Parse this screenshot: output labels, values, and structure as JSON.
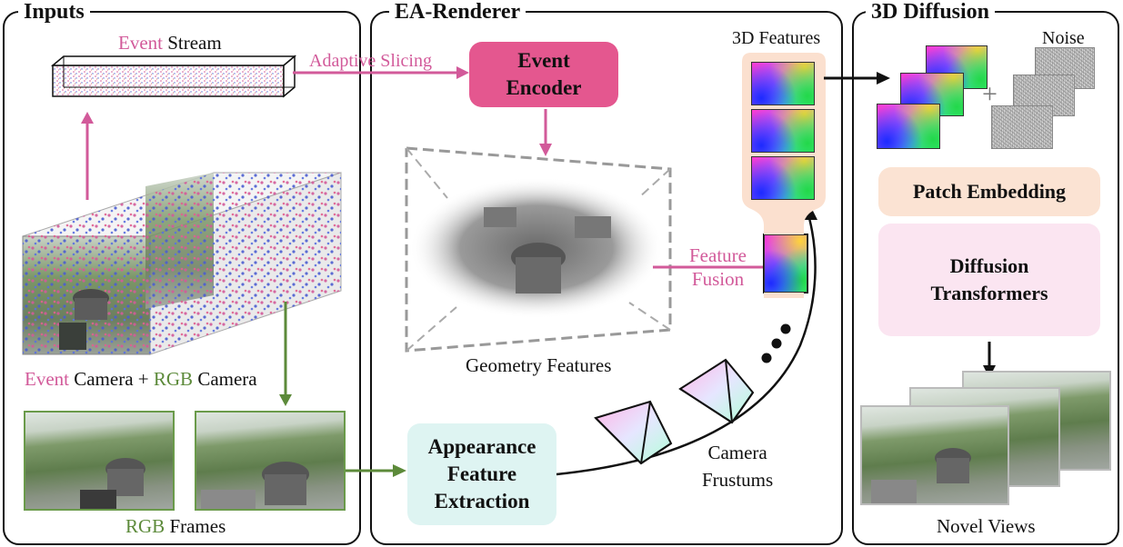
{
  "panels": {
    "inputs": {
      "title": "Inputs"
    },
    "renderer": {
      "title": "EA-Renderer"
    },
    "diffusion": {
      "title": "3D Diffusion"
    }
  },
  "inputs": {
    "event_stream": {
      "event_word": "Event",
      "rest": " Stream"
    },
    "camera_caption": {
      "event": "Event",
      "mid": " Camera + ",
      "rgb": "RGB",
      "rest": " Camera"
    },
    "rgb_frames": {
      "rgb": "RGB",
      "rest": " Frames"
    }
  },
  "renderer": {
    "adaptive_slicing": "Adaptive Slicing",
    "event_encoder": [
      "Event",
      "Encoder"
    ],
    "geometry_features": "Geometry Features",
    "feature_fusion": [
      "Feature",
      "Fusion"
    ],
    "appearance": [
      "Appearance",
      "Feature",
      "Extraction"
    ],
    "camera_frustums": [
      "Camera",
      "Frustums"
    ],
    "features_3d": "3D Features"
  },
  "diffusion": {
    "noise": "Noise",
    "plus": "+",
    "patch_embedding": "Patch Embedding",
    "transformers": [
      "Diffusion",
      "Transformers"
    ],
    "novel_views": "Novel Views"
  },
  "colors": {
    "event_pink": "#d25a9a",
    "rgb_green": "#5c8a3a",
    "encoder_fill": "#e4578f",
    "appearance_fill": "#def4f2",
    "patch_fill": "#fbe3d3",
    "transformer_fill": "#fbe5f1",
    "features_column": "#fbe0cf"
  }
}
